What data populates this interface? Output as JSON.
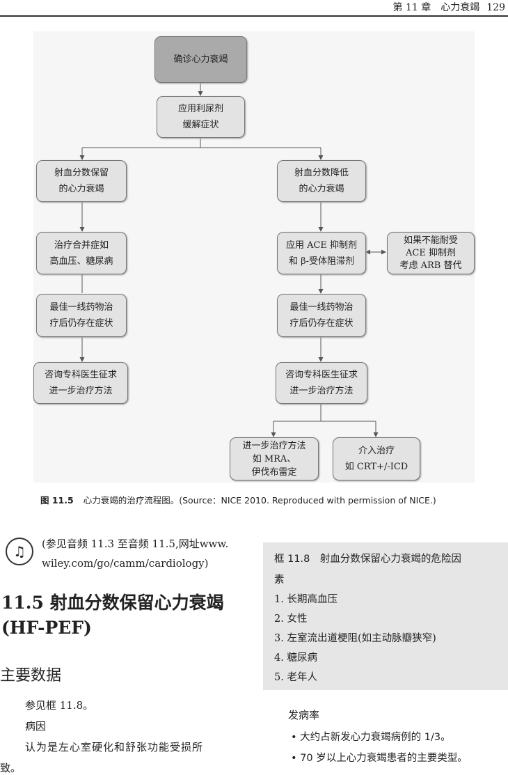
{
  "header": {
    "chapter": "第 11 章　心力衰竭",
    "page": "129"
  },
  "flowchart": {
    "diagnose": "确诊心力衰竭",
    "diuretic": [
      "应用利尿剂",
      "缓解症状"
    ],
    "pef": [
      "射血分数保留",
      "的心力衰竭"
    ],
    "ref": [
      "射血分数降低",
      "的心力衰竭"
    ],
    "comorbid": [
      "治疗合并症如",
      "高血压、糖尿病"
    ],
    "ace": [
      "应用 ACE 抑制剂",
      "和 β-受体阻滞剂"
    ],
    "arb": [
      "如果不能耐受",
      "ACE 抑制剂",
      "考虑 ARB 替代"
    ],
    "left_symptoms": [
      "最佳一线药物治",
      "疗后仍存在症状"
    ],
    "right_symptoms": [
      "最佳一线药物治",
      "疗后仍存在症状"
    ],
    "left_consult": [
      "咨询专科医生征求",
      "进一步治疗方法"
    ],
    "right_consult": [
      "咨询专科医生征求",
      "进一步治疗方法"
    ],
    "further": [
      "进一步治疗方法",
      "如 MRA、",
      "伊伐布雷定"
    ],
    "device": [
      "介入治疗",
      "如 CRT+/-ICD"
    ]
  },
  "caption": {
    "label": "图 11.5",
    "text": "心力衰竭的治疗流程图。(Source：NICE 2010. Reproduced with permission of NICE.)"
  },
  "audio_note": [
    "(参见音频 11.3 至音频 11.5,网址www.",
    "wiley.com/go/camm/cardiology)"
  ],
  "section": {
    "title": [
      "11.5  射血分数保留心力衰竭",
      "(HF-PEF)"
    ],
    "subtitle": "主要数据",
    "lines": [
      "参见框 11.8。",
      "病因",
      "认为是左心室硬化和舒张功能受损所",
      "致。"
    ]
  },
  "box": {
    "title": "框 11.8　射血分数保留心力衰竭的危险因",
    "title2": "素",
    "items": [
      "1. 长期高血压",
      "2. 女性",
      "3. 左室流出道梗阻(如主动脉瓣狭窄)",
      "4. 糖尿病",
      "5. 老年人"
    ]
  },
  "incidence": {
    "title": "发病率",
    "bullets": [
      "• 大约占新发心力衰竭病例的 1/3。",
      "• 70 岁以上心力衰竭患者的主要类型。"
    ]
  }
}
